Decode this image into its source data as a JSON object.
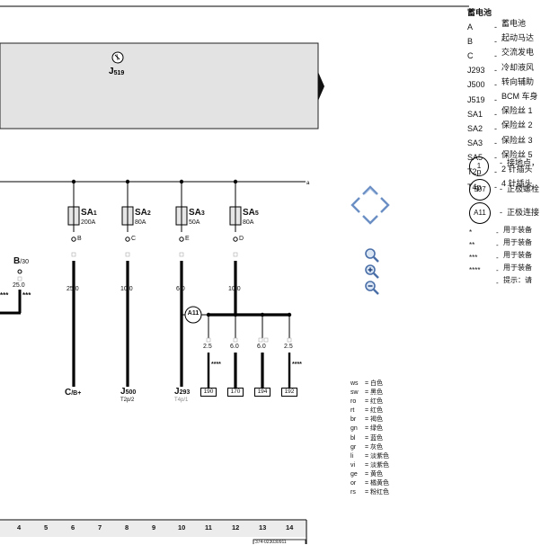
{
  "legend": {
    "title": "蓄电池",
    "rows": [
      {
        "code": "A",
        "desc": "蓄电池"
      },
      {
        "code": "B",
        "desc": "起动马达"
      },
      {
        "code": "C",
        "desc": "交流发电"
      },
      {
        "code": "J293",
        "desc": "冷却液风"
      },
      {
        "code": "J500",
        "desc": "转向辅助"
      },
      {
        "code": "J519",
        "desc": "BCM 车身"
      },
      {
        "code": "SA1",
        "desc": "保险丝 1"
      },
      {
        "code": "SA2",
        "desc": "保险丝 2"
      },
      {
        "code": "SA3",
        "desc": "保险丝 3"
      },
      {
        "code": "SA5",
        "desc": "保险丝 5"
      },
      {
        "code": "T2p",
        "desc": "2 针插头"
      },
      {
        "code": "T4p",
        "desc": "4 针插头"
      }
    ],
    "circles": [
      {
        "code": "1",
        "desc": "接地点，"
      },
      {
        "code": "507",
        "desc": "正极螺栓"
      },
      {
        "code": "A11",
        "desc": "正极连接"
      }
    ],
    "notes": [
      {
        "code": "*",
        "desc": "用于装备"
      },
      {
        "code": "**",
        "desc": "用于装备"
      },
      {
        "code": "***",
        "desc": "用于装备"
      },
      {
        "code": "****",
        "desc": "用于装备"
      },
      {
        "code": "",
        "desc": "提示：请"
      }
    ]
  },
  "colors_key": [
    {
      "code": "ws",
      "name": "白色"
    },
    {
      "code": "sw",
      "name": "黑色"
    },
    {
      "code": "ro",
      "name": "红色"
    },
    {
      "code": "rt",
      "name": "红色"
    },
    {
      "code": "br",
      "name": "褐色"
    },
    {
      "code": "gn",
      "name": "绿色"
    },
    {
      "code": "bl",
      "name": "蓝色"
    },
    {
      "code": "gr",
      "name": "灰色"
    },
    {
      "code": "li",
      "name": "淡紫色"
    },
    {
      "code": "vi",
      "name": "淡紫色"
    },
    {
      "code": "ge",
      "name": "黄色"
    },
    {
      "code": "or",
      "name": "橘黄色"
    },
    {
      "code": "rs",
      "name": "粉红色"
    }
  ],
  "diagram": {
    "j519": {
      "label": "J",
      "sub": "519"
    },
    "bus_label": "a",
    "b30": {
      "label": "B",
      "sub": "/30",
      "wire": "25.0"
    },
    "left_stars": "***",
    "left_stars2": "***",
    "fuses": [
      {
        "name": "SA",
        "sub": "1",
        "amp": "200A",
        "pin": "B",
        "wire": "25.0"
      },
      {
        "name": "SA",
        "sub": "2",
        "amp": "80A",
        "pin": "C",
        "wire": "10.0"
      },
      {
        "name": "SA",
        "sub": "3",
        "amp": "50A",
        "pin": "E",
        "wire": "6.0"
      },
      {
        "name": "SA",
        "sub": "5",
        "amp": "80A",
        "pin": "D",
        "wire": "10.0"
      }
    ],
    "bottoms": [
      {
        "label": "C",
        "sub": "/B+",
        "extra": ""
      },
      {
        "label": "J",
        "sub": "500",
        "extra": "T2p/2"
      },
      {
        "label": "J",
        "sub": "293",
        "extra": "T4p/1"
      }
    ],
    "a11": "A11",
    "branches": [
      {
        "wire": "2.5",
        "ref": "190"
      },
      {
        "wire": "6.0",
        "ref": "170"
      },
      {
        "wire": "6.0",
        "ref": "194"
      },
      {
        "wire": "2.5",
        "ref": "192"
      }
    ],
    "stars_a": "****",
    "stars_b": "****"
  },
  "page_numbers": [
    "4",
    "5",
    "6",
    "7",
    "8",
    "9",
    "10",
    "11",
    "12",
    "13",
    "14"
  ],
  "doc_id": "374-023030911"
}
